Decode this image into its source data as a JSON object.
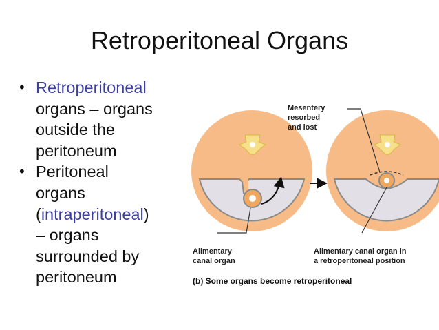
{
  "slide": {
    "title": "Retroperitoneal Organs"
  },
  "bullets": [
    {
      "lines": [
        {
          "parts": [
            {
              "text": "Retroperitoneal",
              "accent": true
            }
          ]
        },
        {
          "parts": [
            {
              "text": "organs – organs",
              "accent": false
            }
          ]
        },
        {
          "parts": [
            {
              "text": "outside the",
              "accent": false
            }
          ]
        },
        {
          "parts": [
            {
              "text": "peritoneum",
              "accent": false
            }
          ]
        }
      ]
    },
    {
      "lines": [
        {
          "parts": [
            {
              "text": "Peritoneal",
              "accent": false
            }
          ]
        },
        {
          "parts": [
            {
              "text": "organs",
              "accent": false
            }
          ]
        },
        {
          "parts": [
            {
              "text": "(",
              "accent": false
            },
            {
              "text": "intraperitoneal",
              "accent": true
            },
            {
              "text": ")",
              "accent": false
            }
          ]
        },
        {
          "parts": [
            {
              "text": "– organs",
              "accent": false
            }
          ]
        },
        {
          "parts": [
            {
              "text": "surrounded by",
              "accent": false
            }
          ]
        },
        {
          "parts": [
            {
              "text": "peritoneum",
              "accent": false
            }
          ]
        }
      ]
    }
  ],
  "bullet_symbol": "•",
  "figure": {
    "label_mesentery_1": "Mesentery",
    "label_mesentery_2": "resorbed",
    "label_mesentery_3": "and lost",
    "label_left_1": "Alimentary",
    "label_left_2": "canal organ",
    "label_right_1": "Alimentary canal organ in",
    "label_right_2": "a retroperitoneal position",
    "caption": "(b) Some organs become retroperitoneal"
  },
  "colors": {
    "accent": "#3d3fa0",
    "body_wall": "#f6bb86",
    "cavity": "#e2e0e6",
    "spine": "#f7e08a",
    "organ_ring": "#f0a860"
  }
}
